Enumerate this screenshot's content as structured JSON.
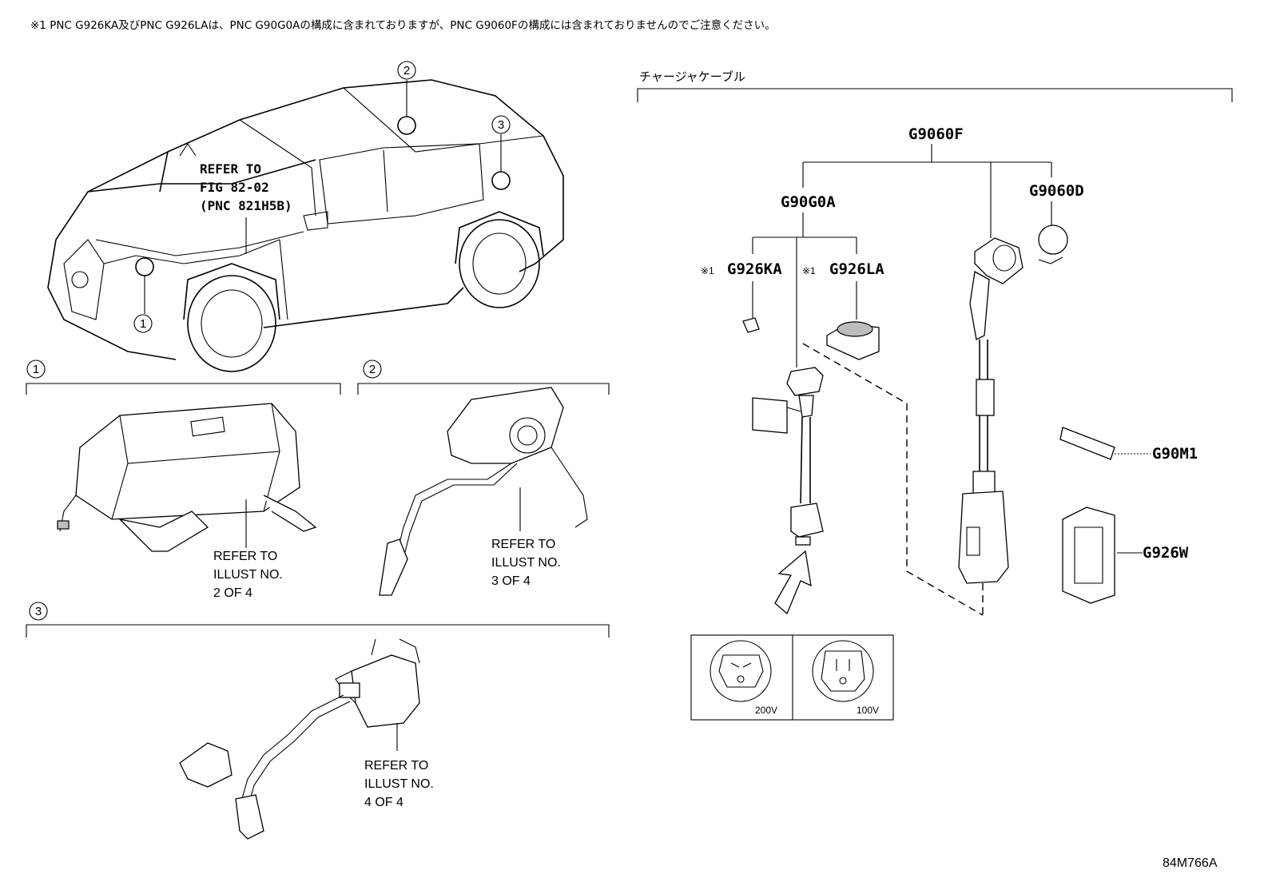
{
  "header_note": "※1 PNC G926KA及びPNC G926LAは、PNC G90G0Aの構成に含まれておりますが、PNC G9060Fの構成には含まれておりませんのでご注意ください。",
  "vehicle": {
    "refer_line1": "REFER TO",
    "refer_line2": "FIG 82-02",
    "refer_line3": "(PNC 821H5B)",
    "callouts": [
      "1",
      "2",
      "3"
    ]
  },
  "detail_1": {
    "number": "1",
    "refer": [
      "REFER TO",
      "ILLUST NO.",
      "2 OF 4"
    ]
  },
  "detail_2": {
    "number": "2",
    "refer": [
      "REFER TO",
      "ILLUST NO.",
      "3 OF 4"
    ]
  },
  "detail_3": {
    "number": "3",
    "refer": [
      "REFER TO",
      "ILLUST NO.",
      "4 OF 4"
    ]
  },
  "charge_cable": {
    "section_title": "チャージャケーブル",
    "pnc_main": "G9060F",
    "pnc_sub": "G90G0A",
    "pnc_ka_mark": "※1",
    "pnc_ka": "G926KA",
    "pnc_la_mark": "※1",
    "pnc_la": "G926LA",
    "pnc_d": "G9060D",
    "pnc_m1": "G90M1",
    "pnc_w": "G926W",
    "outlet_200v": "200V",
    "outlet_100v": "100V"
  },
  "illustration_id": "84M766A"
}
